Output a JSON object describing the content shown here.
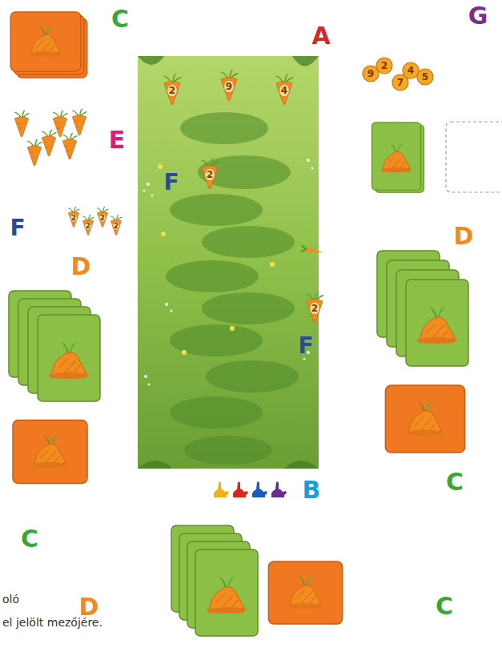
{
  "diagram": {
    "labels": [
      "C",
      "A",
      "G",
      "E",
      "F",
      "F",
      "D",
      "D",
      "F",
      "C",
      "B",
      "C",
      "D",
      "C",
      "oló",
      "el jelölt mezőjére.",
      "2",
      "9",
      "4",
      "2",
      "2",
      "2",
      "2",
      "2",
      "2",
      "9",
      "2",
      "7",
      "4",
      "5"
    ]
  }
}
